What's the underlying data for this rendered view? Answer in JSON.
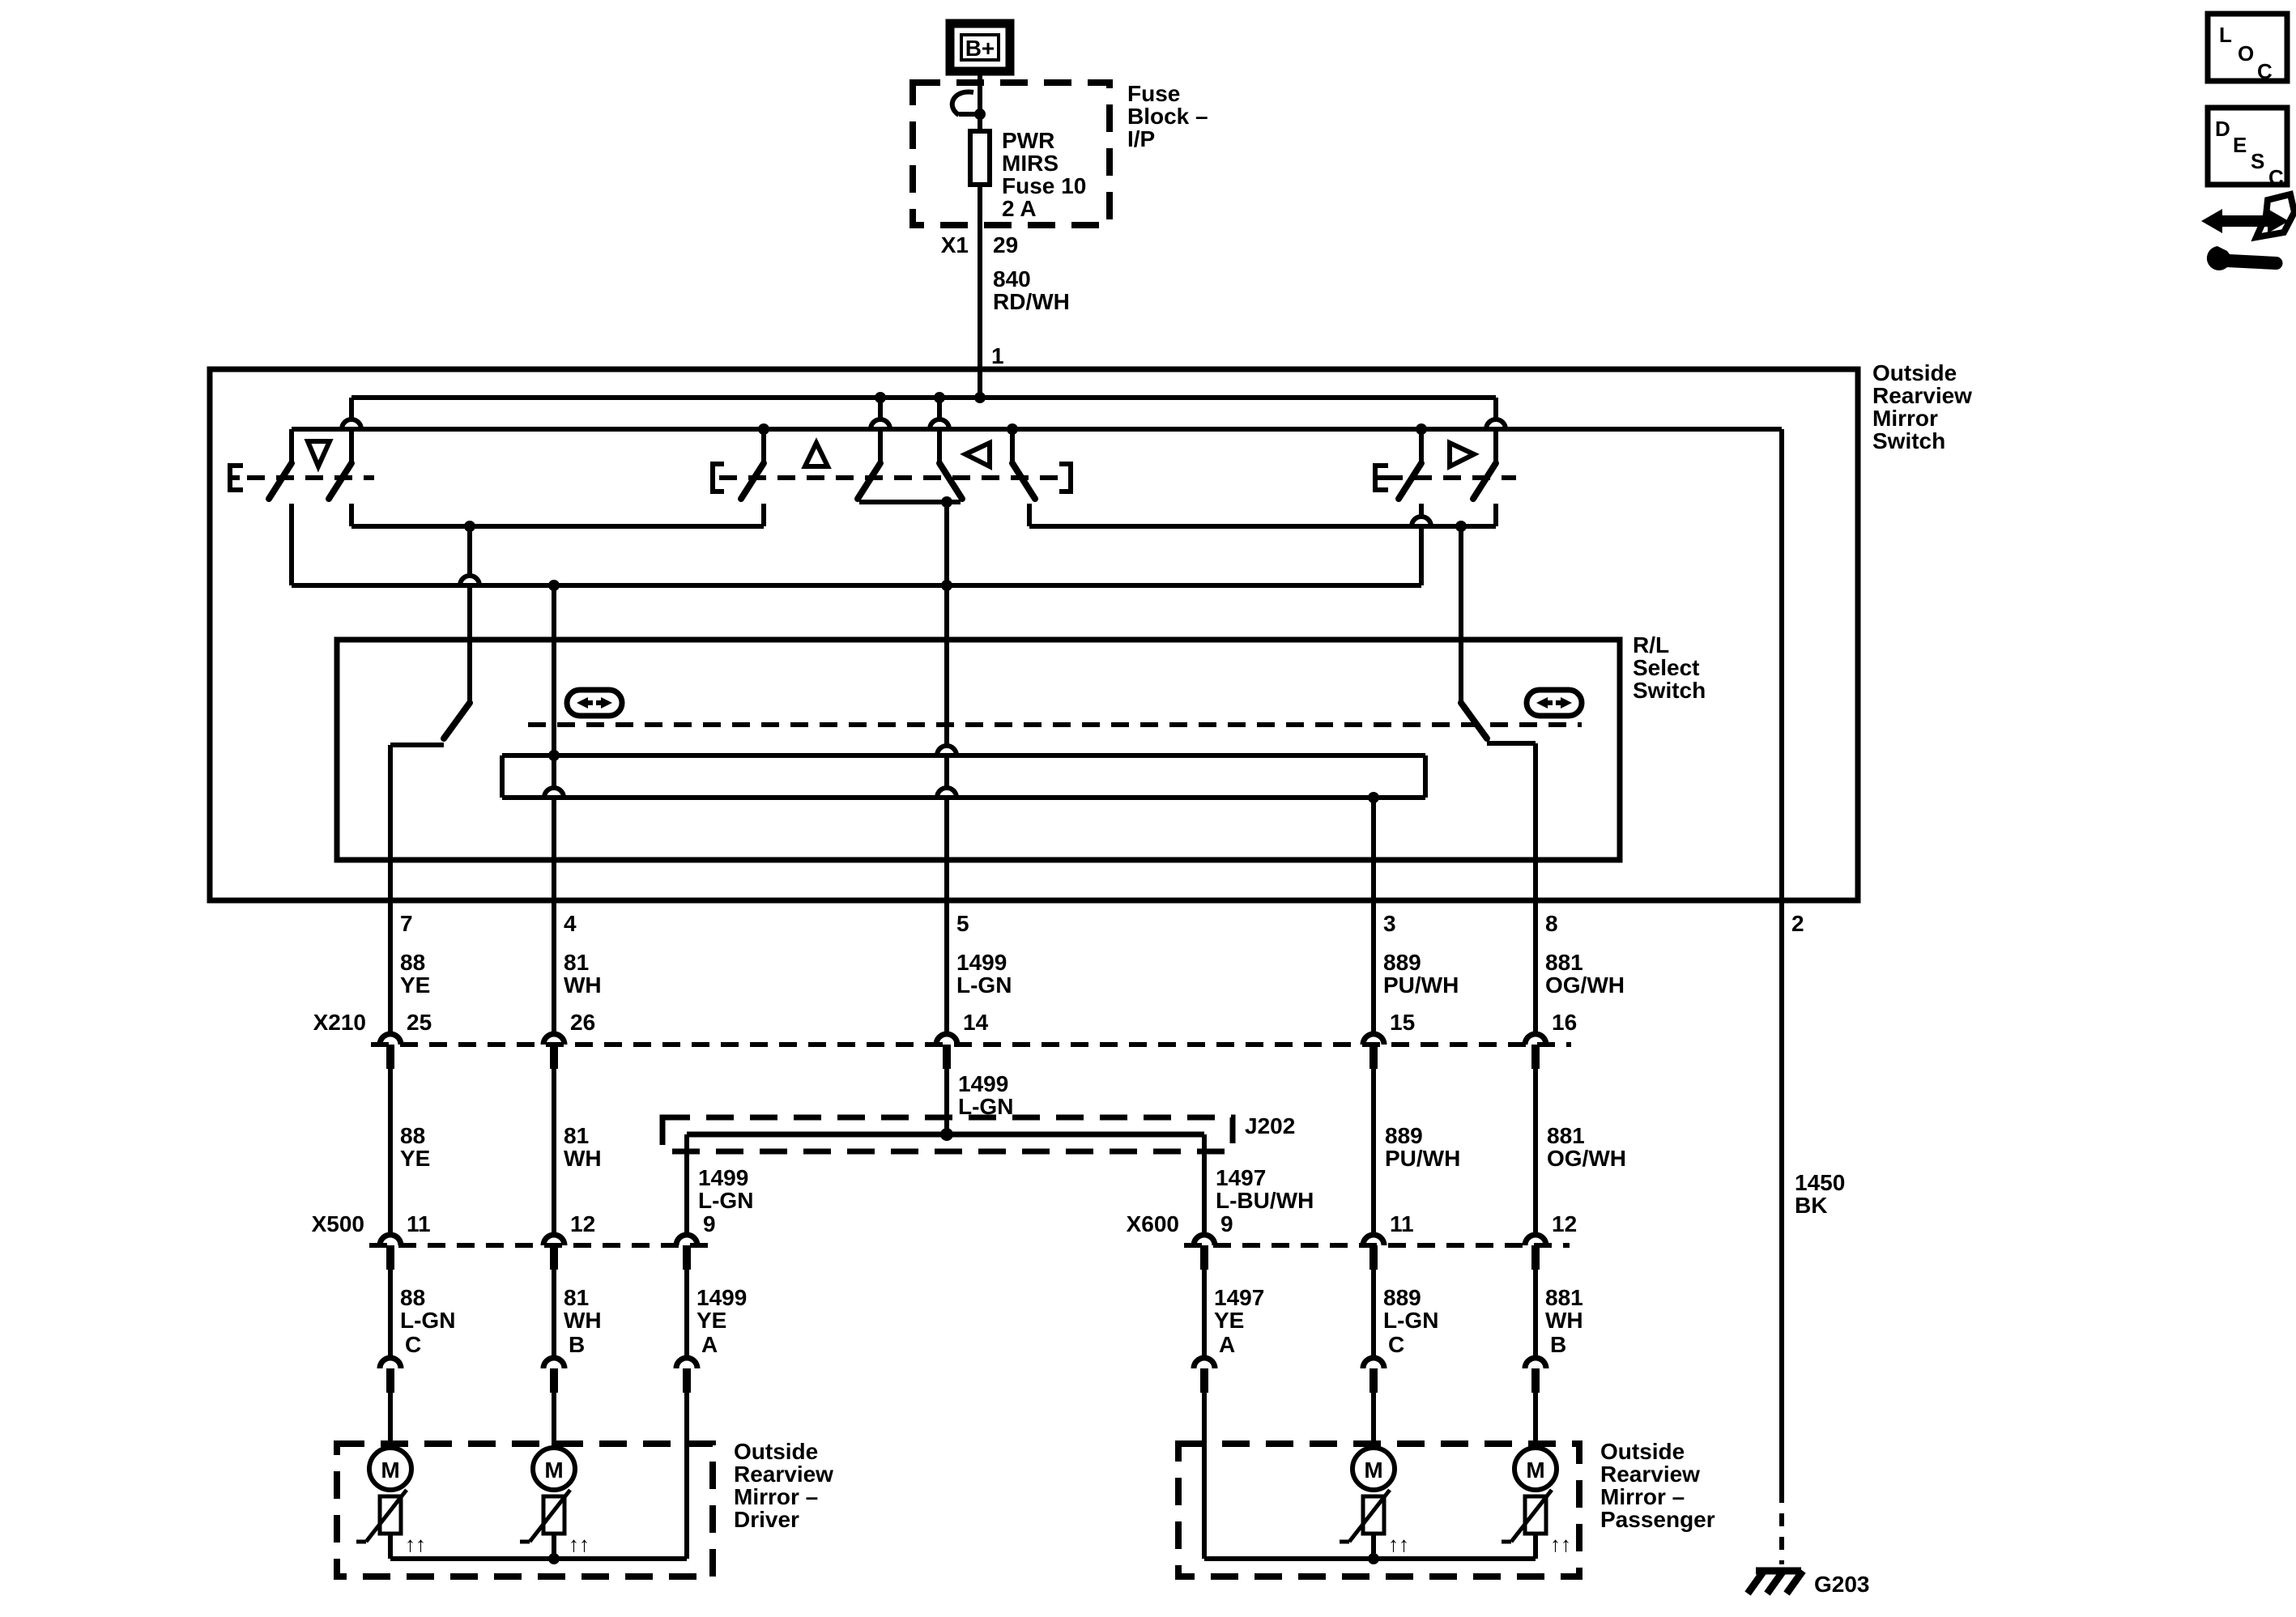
{
  "icons": {
    "loc": [
      "L",
      "O",
      "C"
    ],
    "desc": [
      "D",
      "E",
      "S",
      "C"
    ]
  },
  "power": {
    "b_plus": "B+",
    "fuse_block": [
      "Fuse",
      "Block –",
      "I/P"
    ],
    "fuse": [
      "PWR",
      "MIRS",
      "Fuse 10",
      "2 A"
    ],
    "conn": "X1",
    "conn_pin": "29",
    "circuit": "840",
    "color": "RD/WH",
    "out_pin": "1"
  },
  "mirror_switch": {
    "label": [
      "Outside",
      "Rearview",
      "Mirror",
      "Switch"
    ],
    "rl_label": [
      "R/L",
      "Select",
      "Switch"
    ]
  },
  "pins": [
    {
      "n": "7",
      "circuit": "88",
      "color": "YE"
    },
    {
      "n": "4",
      "circuit": "81",
      "color": "WH"
    },
    {
      "n": "5",
      "circuit": "1499",
      "color": "L-GN"
    },
    {
      "n": "3",
      "circuit": "889",
      "color": "PU/WH"
    },
    {
      "n": "8",
      "circuit": "881",
      "color": "OG/WH"
    },
    {
      "n": "2",
      "circuit": "",
      "color": ""
    }
  ],
  "x210": {
    "name": "X210",
    "pins": [
      "25",
      "26",
      "14",
      "15",
      "16"
    ]
  },
  "seg2": {
    "w14": [
      "1499",
      "L-GN"
    ],
    "w25": [
      "88",
      "YE"
    ],
    "w26": [
      "81",
      "WH"
    ],
    "w15": [
      "889",
      "PU/WH"
    ],
    "w16": [
      "881",
      "OG/WH"
    ]
  },
  "j202": {
    "name": "J202",
    "left": [
      "1499",
      "L-G­N"
    ],
    "left_fix": [
      "1499",
      "L-GN"
    ],
    "right": [
      "1497",
      "L-BU/WH"
    ]
  },
  "x500": {
    "name": "X500",
    "pins": [
      "11",
      "12",
      "9"
    ]
  },
  "x600": {
    "name": "X600",
    "pins": [
      "9",
      "11",
      "12"
    ]
  },
  "seg3": {
    "d1": [
      "88",
      "L-GN"
    ],
    "d2": [
      "81",
      "WH"
    ],
    "d3": [
      "1499",
      "YE"
    ],
    "p1": [
      "1497",
      "YE"
    ],
    "p2": [
      "889",
      "L-GN"
    ],
    "p3": [
      "881",
      "WH"
    ]
  },
  "motor_pins": {
    "driver": [
      "C",
      "B",
      "A"
    ],
    "passenger": [
      "A",
      "C",
      "B"
    ]
  },
  "motors": {
    "m": "M",
    "arrows": "↑↑",
    "driver": [
      "Outside",
      "Rearview",
      "Mirror –",
      "Driver"
    ],
    "passenger": [
      "Outside",
      "Rearview",
      "Mirror –",
      "Passenger"
    ]
  },
  "ground": {
    "wire": [
      "1450",
      "BK"
    ],
    "name": "G203"
  }
}
